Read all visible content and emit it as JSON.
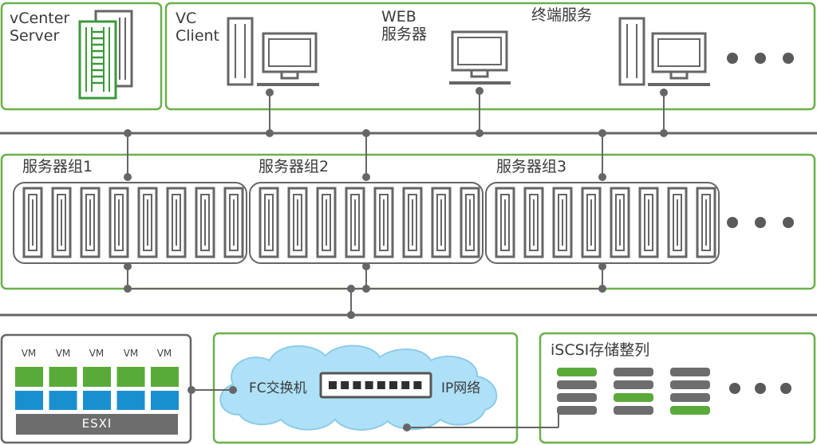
{
  "top": {
    "vcenter_label": "vCenter\nServer",
    "vc_client_label": "VC\nClient",
    "web_label": "WEB\n服务器",
    "terminal_label": "终端服务"
  },
  "servers": {
    "group1_label": "服务器组1",
    "group2_label": "服务器组2",
    "group3_label": "服务器组3"
  },
  "bottom": {
    "vm_labels": [
      "VM",
      "VM",
      "VM",
      "VM",
      "VM"
    ],
    "esxi_label": "ESXI",
    "fc_switch_label": "FC交换机",
    "ip_network_label": "IP网络",
    "iscsi_label": "iSCSI存储整列"
  },
  "colors": {
    "frame_green": "#6ab04c",
    "gray": "#666666",
    "green": "#5aaa3a",
    "blue": "#1a8fd0",
    "cloud": "#aee1f7"
  }
}
